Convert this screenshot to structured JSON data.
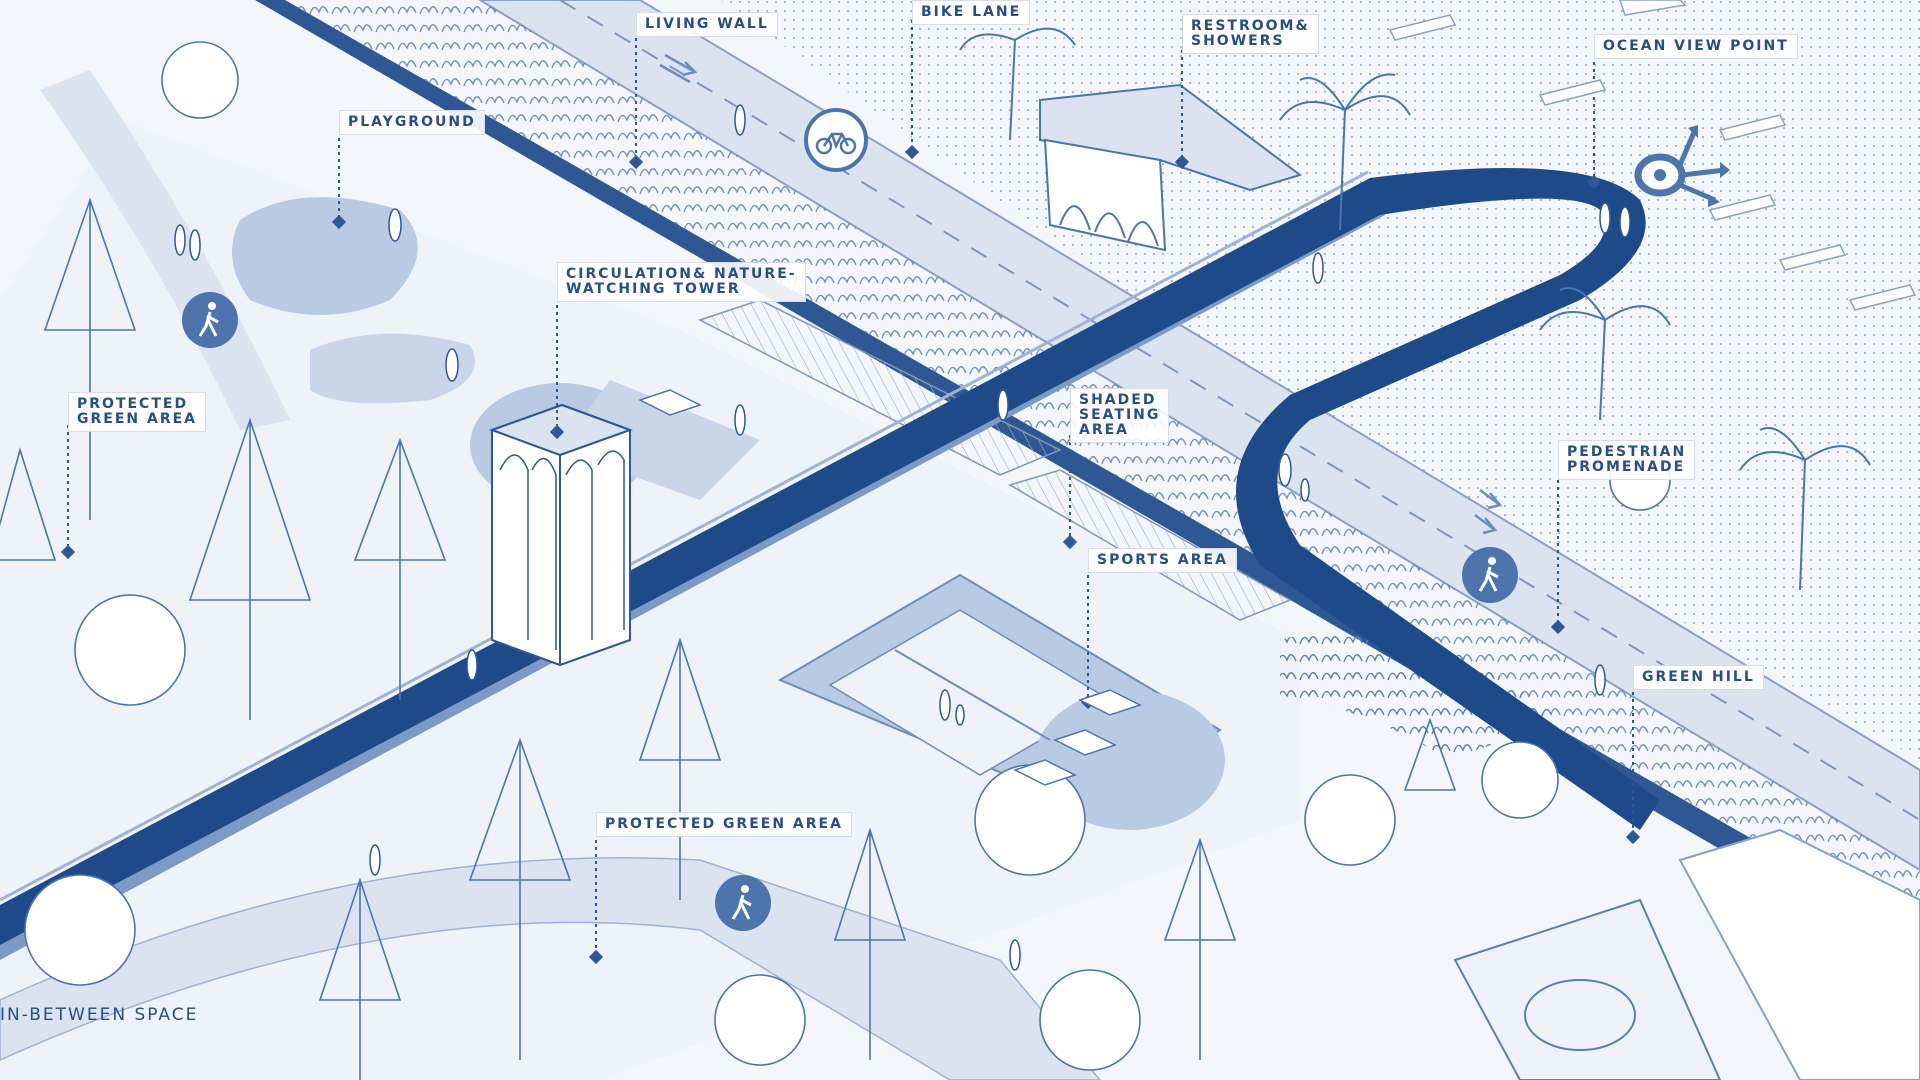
{
  "colors": {
    "background": "#f3f6fb",
    "accent_dark": "#1f4a8a",
    "accent_mid": "#4d74ad",
    "fill_light": "#c9d6ea",
    "fill_pale": "#dde6f3",
    "label_text": "#2b4d85"
  },
  "labels": {
    "living_wall": "LIVING WALL",
    "bike_lane": "BIKE LANE",
    "restroom_1": "RESTROOM&",
    "restroom_2": "SHOWERS",
    "ocean_view_point": "OCEAN VIEW POINT",
    "playground": "PLAYGROUND",
    "tower_1": "CIRCULATION& NATURE-",
    "tower_2": "WATCHING TOWER",
    "protected_green_1_l1": "PROTECTED",
    "protected_green_1_l2": "GREEN AREA",
    "shaded_1": "SHADED",
    "shaded_2": "SEATING",
    "shaded_3": "AREA",
    "pedestrian_1": "PEDESTRIAN",
    "pedestrian_2": "PROMENADE",
    "sports_area": "SPORTS AREA",
    "green_hill": "GREEN HILL",
    "protected_green_2": "PROTECTED GREEN AREA",
    "in_between_space": "IN-BETWEEN SPACE"
  },
  "icons": [
    "pedestrian-icon",
    "bicycle-icon",
    "ocean-view-point-icon",
    "lane-arrow-icon"
  ]
}
